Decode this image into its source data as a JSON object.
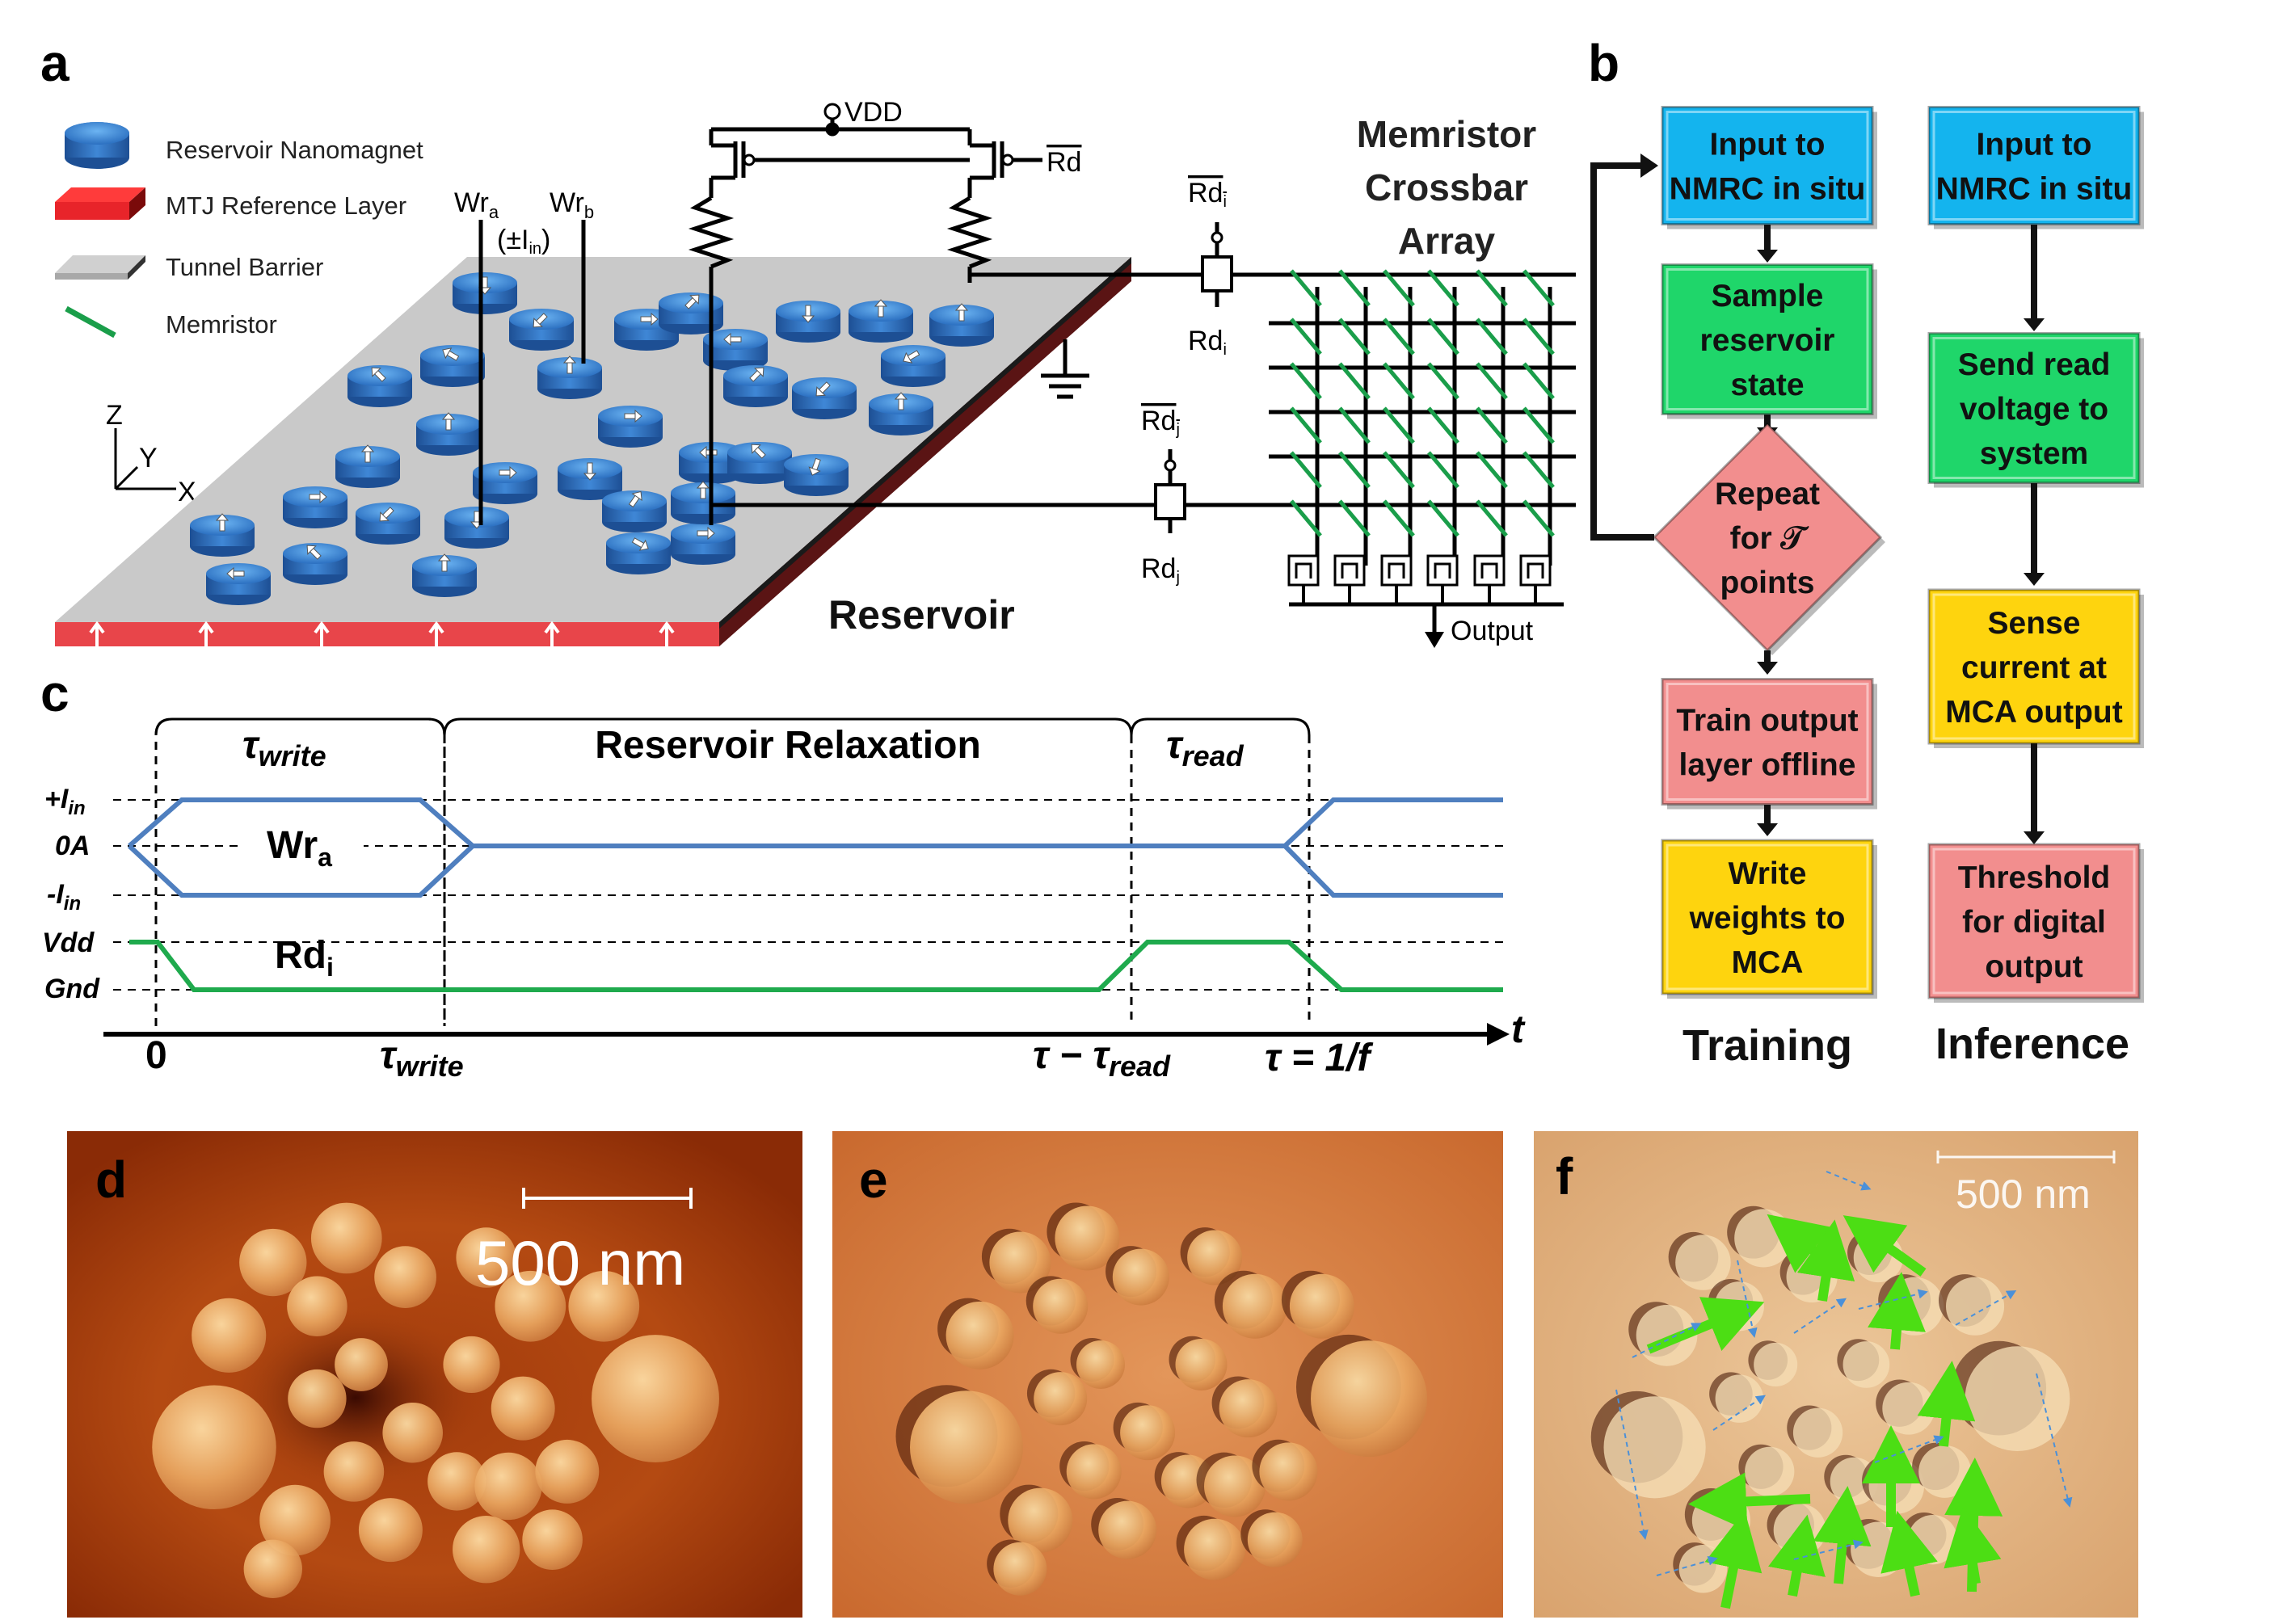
{
  "panels": {
    "a": "a",
    "b": "b",
    "c": "c",
    "d": "d",
    "e": "e",
    "f": "f"
  },
  "panel_a": {
    "legend": [
      {
        "label": "Reservoir Nanomagnet",
        "icon": "nanomagnet-cylinder",
        "color": "#3f8fdc"
      },
      {
        "label": "MTJ Reference Layer",
        "icon": "reference-layer-slab",
        "color": "#e8242a"
      },
      {
        "label": "Tunnel Barrier",
        "icon": "tunnel-barrier-slab",
        "color": "#c8c8c8"
      },
      {
        "label": "Memristor",
        "icon": "memristor-line",
        "color": "#1a9e4a"
      }
    ],
    "axes": {
      "z": "Z",
      "y": "Y",
      "x": "X"
    },
    "wr_a": "Wr",
    "wr_a_sub": "a",
    "wr_b": "Wr",
    "wr_b_sub": "b",
    "wr_current": "(±I",
    "wr_current_sub": "in",
    "wr_current_close": ")",
    "vdd": "VDD",
    "rd_bar": "Rd",
    "rdi_bar": "Rd",
    "rdi_bar_sub": "i",
    "rdi": "Rd",
    "rdi_sub": "i",
    "rdj_bar": "Rd",
    "rdj_bar_sub": "j",
    "rdj": "Rd",
    "rdj_sub": "j",
    "mca_title": [
      "Memristor",
      "Crossbar",
      "Array"
    ],
    "reservoir": "Reservoir",
    "output": "Output"
  },
  "panel_b": {
    "training": {
      "title": "Training",
      "steps": [
        {
          "lines": [
            "Input to",
            "NMRC in situ"
          ],
          "color": "#14b4ee"
        },
        {
          "lines": [
            "Sample",
            "reservoir",
            "state"
          ],
          "color": "#1fd66a"
        },
        {
          "lines": [
            "Repeat",
            "for 𝒯",
            "points"
          ],
          "color": "#f28e8e",
          "shape": "diamond"
        },
        {
          "lines": [
            "Train output",
            "layer offline"
          ],
          "color": "#f28e8e"
        },
        {
          "lines": [
            "Write",
            "weights to",
            "MCA"
          ],
          "color": "#fed40e"
        }
      ]
    },
    "inference": {
      "title": "Inference",
      "steps": [
        {
          "lines": [
            "Input to",
            "NMRC in situ"
          ],
          "color": "#14b4ee"
        },
        {
          "lines": [
            "Send read",
            "voltage to",
            "system"
          ],
          "color": "#1fd66a"
        },
        {
          "lines": [
            "Sense",
            "current at",
            "MCA output"
          ],
          "color": "#fed40e"
        },
        {
          "lines": [
            "Threshold",
            "for digital",
            "output"
          ],
          "color": "#f28e8e"
        }
      ]
    }
  },
  "panel_c": {
    "phases": {
      "write": "τ",
      "write_sub": "write",
      "relax": "Reservoir Relaxation",
      "read": "τ",
      "read_sub": "read"
    },
    "levels": {
      "pos": "+I",
      "pos_sub": "in",
      "zero": "0A",
      "neg": "-I",
      "neg_sub": "in",
      "vdd": "Vdd",
      "gnd": "Gnd"
    },
    "signals": {
      "wr": "Wr",
      "wr_sub": "a",
      "rd": "Rd",
      "rd_sub": "i"
    },
    "ticks": {
      "t0": "0",
      "twrite": "τ",
      "twrite_sub": "write",
      "tread": "τ − τ",
      "tread_sub": "read",
      "tend": "τ = 1/f"
    },
    "axis": "t",
    "colors": {
      "write_signal": "#4f7fbf",
      "read_signal": "#1faa4d"
    }
  },
  "panel_d": {
    "scale": "500 nm"
  },
  "panel_f": {
    "scale": "500 nm",
    "arrow_color": "#4cde14"
  }
}
